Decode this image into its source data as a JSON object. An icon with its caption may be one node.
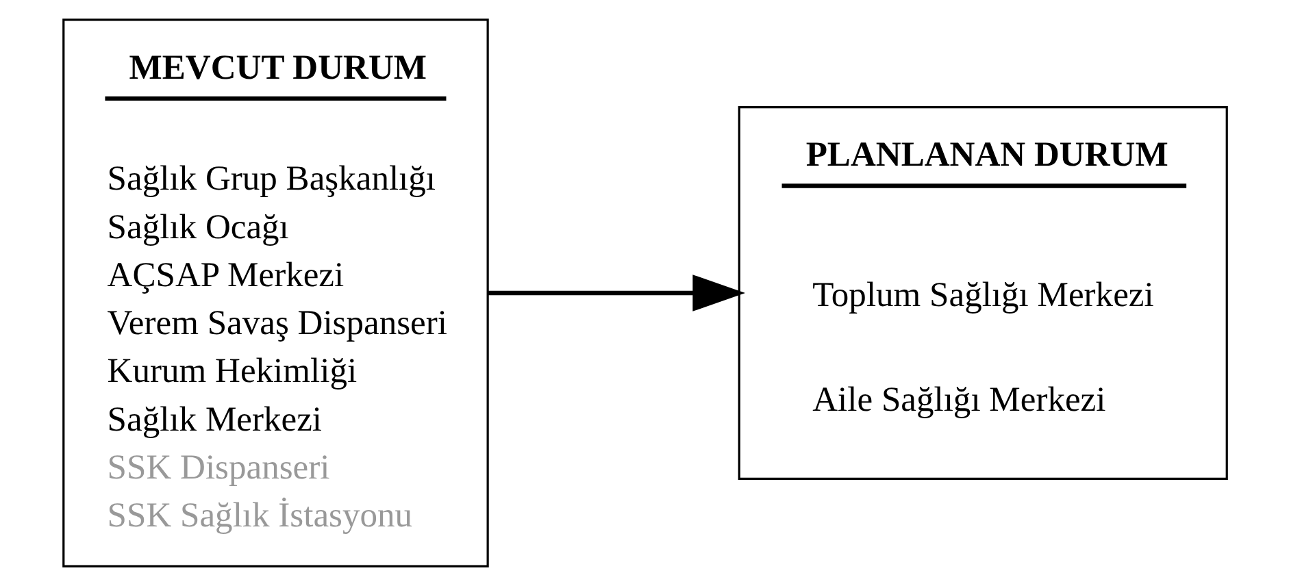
{
  "diagram": {
    "nodes": [
      {
        "text": [
          "MEVCUT DURUM",
          "Sağlık Grup Başkanlığı",
          "Sağlık Ocağı",
          "AÇSAP Merkezi",
          "Verem Savaş Dispanseri",
          "Kurum Hekimliği",
          "Sağlık Merkezi",
          "SSK Dispanseri",
          "SSK Sağlık İstasyonu"
        ]
      },
      {
        "text": [
          "PLANLANAN DURUM",
          "Toplum Sağlığı Merkezi",
          "Aile Sağlığı Merkezi"
        ]
      }
    ],
    "edges": [
      {
        "from": 0,
        "to": 1,
        "arrow": "to"
      }
    ]
  }
}
